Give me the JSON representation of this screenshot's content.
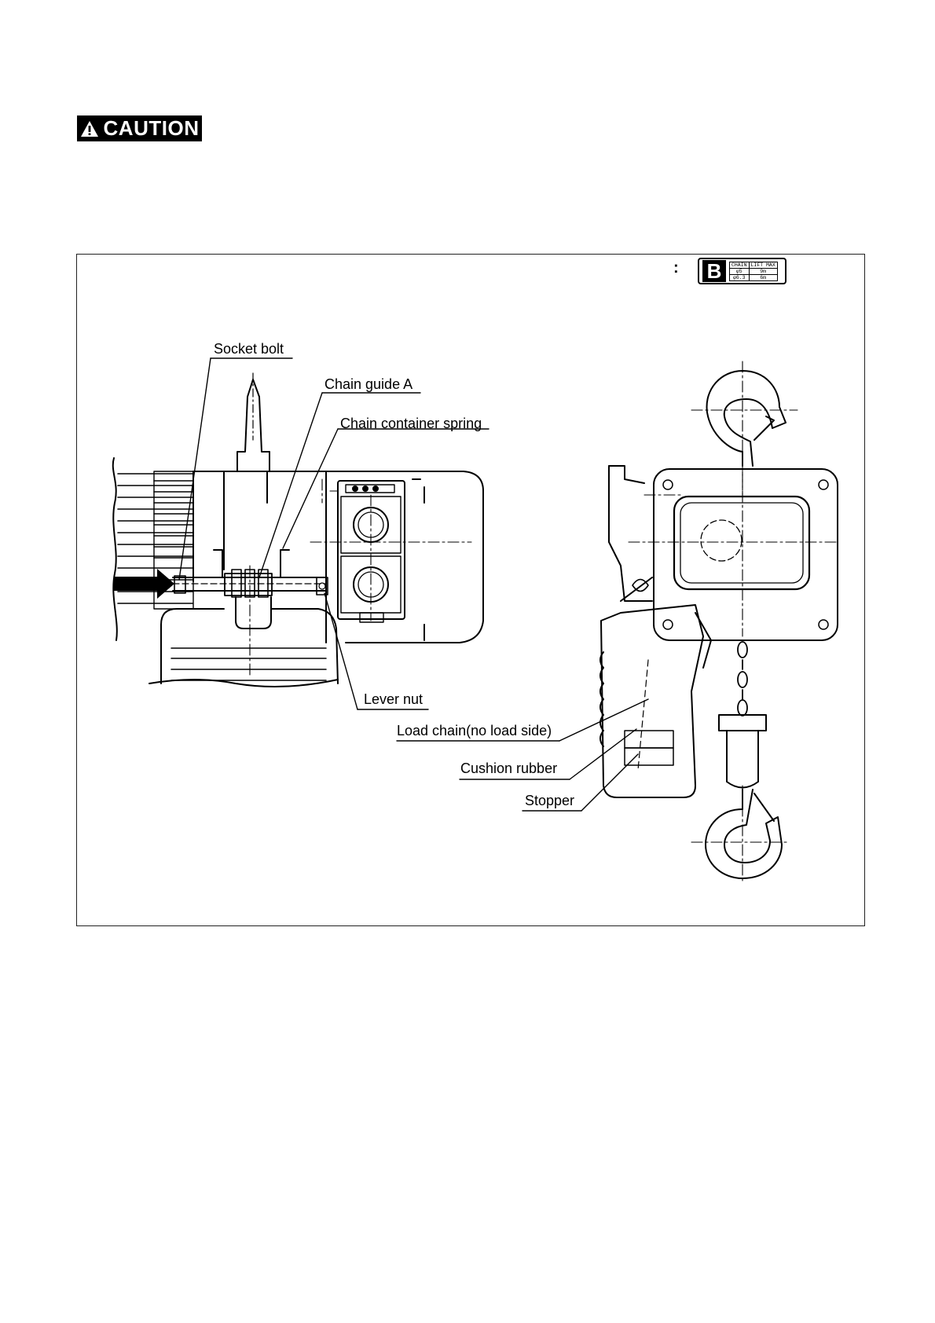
{
  "caution": {
    "text": "CAUTION",
    "icon": "warning-triangle-icon"
  },
  "figure": {
    "marker_colon": ":",
    "badge": {
      "letter": "B",
      "headers": [
        "CHAIN",
        "LIFT MAX"
      ],
      "row1": [
        "φ5",
        "9m"
      ],
      "row2": [
        "φ6.3",
        "6m"
      ]
    },
    "labels": {
      "socket_bolt": "Socket bolt",
      "chain_guide_a": "Chain guide A",
      "chain_container_spring": "Chain container spring",
      "lever_nut": "Lever nut",
      "load_chain": "Load chain(no load side)",
      "cushion_rubber": "Cushion rubber",
      "stopper": "Stopper"
    }
  }
}
